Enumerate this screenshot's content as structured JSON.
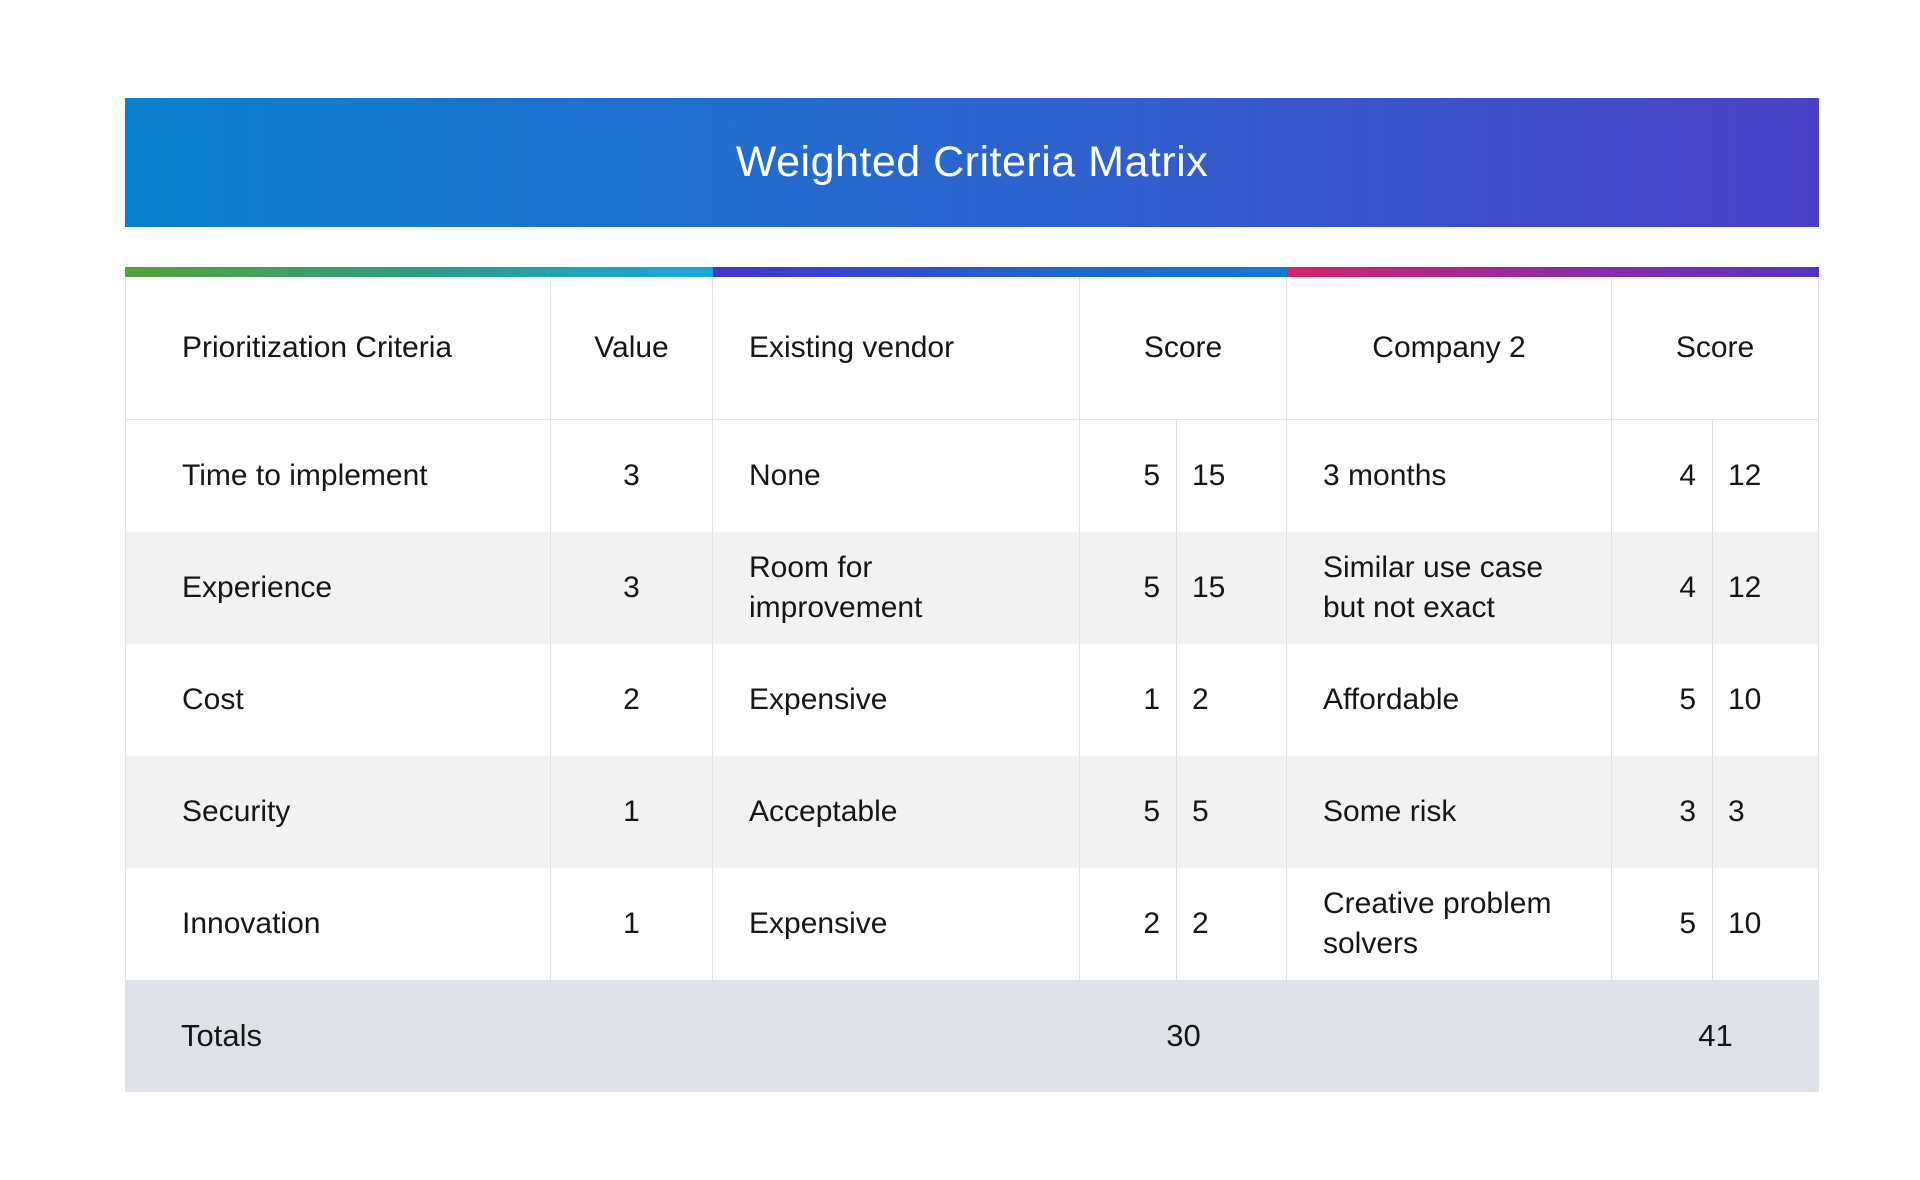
{
  "title": "Weighted Criteria Matrix",
  "colors": {
    "banner-start": "#0a80cd",
    "banner-end": "#4a40c5",
    "stripe-green": "#55a13a",
    "stripe-cyan": "#1ba3dd",
    "stripe-indigo": "#4632ce",
    "stripe-blue": "#1178d7",
    "stripe-crimson": "#d42369",
    "stripe-purple": "#5434c6",
    "grid-line": "#e3e3e3",
    "sub-divider": "#dcdcdc",
    "alt-row": "#f2f2f2",
    "totals-bg": "#dee1e8"
  },
  "table": {
    "headers": {
      "criteria": "Prioritization Criteria",
      "value": "Value",
      "vendor1": "Existing vendor",
      "score1": "Score",
      "vendor2": "Company 2",
      "score2": "Score"
    },
    "rows": [
      {
        "criteria": "Time to implement",
        "value": "3",
        "vendor1": "None",
        "score1": "5",
        "weighted1": "15",
        "vendor2": "3 months",
        "score2": "4",
        "weighted2": "12"
      },
      {
        "criteria": "Experience",
        "value": "3",
        "vendor1": "Room for improvement",
        "score1": "5",
        "weighted1": "15",
        "vendor2": "Similar use case but not exact",
        "score2": "4",
        "weighted2": "12"
      },
      {
        "criteria": "Cost",
        "value": "2",
        "vendor1": "Expensive",
        "score1": "1",
        "weighted1": "2",
        "vendor2": "Affordable",
        "score2": "5",
        "weighted2": "10"
      },
      {
        "criteria": "Security",
        "value": "1",
        "vendor1": "Acceptable",
        "score1": "5",
        "weighted1": "5",
        "vendor2": "Some risk",
        "score2": "3",
        "weighted2": "3"
      },
      {
        "criteria": "Innovation",
        "value": "1",
        "vendor1": "Expensive",
        "score1": "2",
        "weighted1": "2",
        "vendor2": "Creative problem solvers",
        "score2": "5",
        "weighted2": "10"
      }
    ],
    "totals": {
      "label": "Totals",
      "vendor1_total": "30",
      "vendor2_total": "41"
    }
  },
  "chart_data": {
    "type": "table",
    "title": "Weighted Criteria Matrix",
    "columns": [
      "Prioritization Criteria",
      "Value",
      "Existing vendor",
      "Score (raw)",
      "Score (weighted)",
      "Company 2",
      "Score (raw)",
      "Score (weighted)"
    ],
    "rows": [
      [
        "Time to implement",
        3,
        "None",
        5,
        15,
        "3 months",
        4,
        12
      ],
      [
        "Experience",
        3,
        "Room for improvement",
        5,
        15,
        "Similar use case but not exact",
        4,
        12
      ],
      [
        "Cost",
        2,
        "Expensive",
        1,
        2,
        "Affordable",
        5,
        10
      ],
      [
        "Security",
        1,
        "Acceptable",
        5,
        5,
        "Some risk",
        3,
        3
      ],
      [
        "Innovation",
        1,
        "Expensive",
        2,
        2,
        "Creative problem solvers",
        5,
        10
      ]
    ],
    "totals": {
      "existing_vendor_total": 30,
      "company_2_total": 41
    }
  }
}
